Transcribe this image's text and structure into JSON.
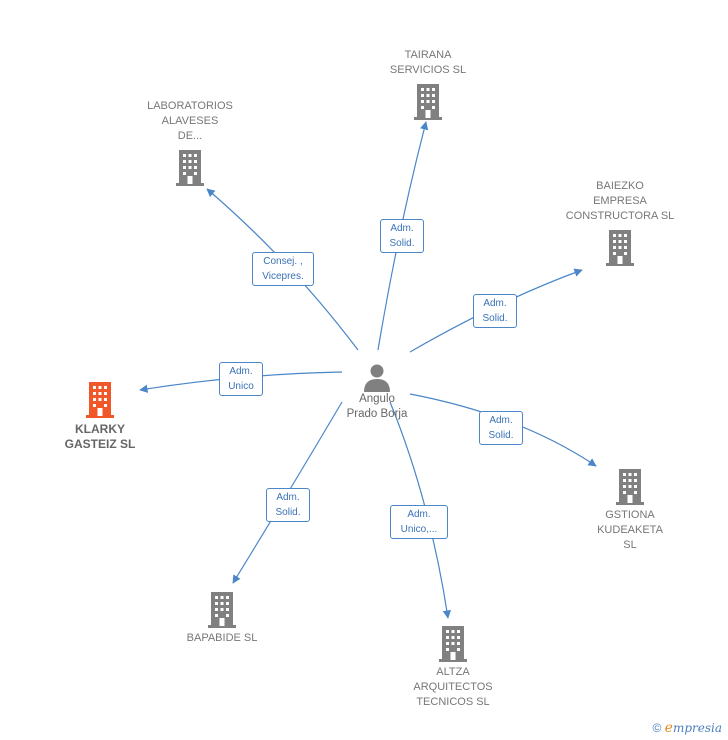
{
  "center": {
    "name": "Angulo\nPrado Borja",
    "icon": "person-icon"
  },
  "companies": [
    {
      "id": "tairana",
      "name": "TAIRANA\nSERVICIOS  SL",
      "icon": "building-icon",
      "highlight": false
    },
    {
      "id": "laboratorios",
      "name": "LABORATORIOS\nALAVESES\nDE...",
      "icon": "building-icon",
      "highlight": false
    },
    {
      "id": "baiezko",
      "name": "BAIEZKO\nEMPRESA\nCONSTRUCTORA SL",
      "icon": "building-icon",
      "highlight": false
    },
    {
      "id": "klarky",
      "name": "KLARKY\nGASTEIZ  SL",
      "icon": "building-icon",
      "highlight": true
    },
    {
      "id": "gstiona",
      "name": "GSTIONA\nKUDEAKETA\nSL",
      "icon": "building-icon",
      "highlight": false
    },
    {
      "id": "bapabide",
      "name": "BAPABIDE SL",
      "icon": "building-icon",
      "highlight": false
    },
    {
      "id": "altza",
      "name": "ALTZA\nARQUITECTOS\nTECNICOS SL",
      "icon": "building-icon",
      "highlight": false
    }
  ],
  "relations": [
    {
      "to": "tairana",
      "label": "Adm.\nSolid."
    },
    {
      "to": "laboratorios",
      "label": "Consej. ,\nVicepres."
    },
    {
      "to": "baiezko",
      "label": "Adm.\nSolid."
    },
    {
      "to": "klarky",
      "label": "Adm.\nUnico"
    },
    {
      "to": "gstiona",
      "label": "Adm.\nSolid."
    },
    {
      "to": "bapabide",
      "label": "Adm.\nSolid."
    },
    {
      "to": "altza",
      "label": "Adm.\nUnico,..."
    }
  ],
  "footer": {
    "copyright": "©",
    "brand_initial": "e",
    "brand_rest": "mpresia"
  },
  "colors": {
    "edge": "#4a86c8",
    "building": "#808080",
    "building_highlight": "#f0582a",
    "person": "#808080"
  }
}
